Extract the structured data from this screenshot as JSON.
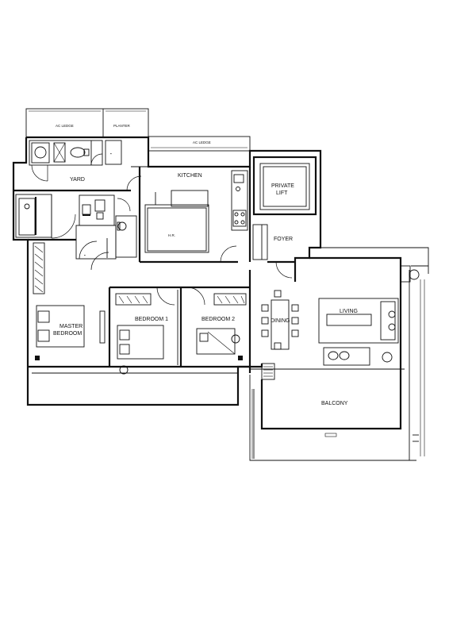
{
  "rooms": {
    "ac_ledge": "AC LEDGE",
    "planter": "PLANTER",
    "ac_ledge_2": "AC LEDGE",
    "yard": "YARD",
    "kitchen": "KITCHEN",
    "private_lift_1": "PRIVATE",
    "private_lift_2": "LIFT",
    "foyer": "FOYER",
    "master_bedroom_1": "MASTER",
    "master_bedroom_2": "BEDROOM",
    "bedroom_1": "BEDROOM 1",
    "bedroom_2": "BEDROOM 2",
    "dining": "DINING",
    "living": "LIVING",
    "balcony": "BALCONY",
    "fridge": "H.R."
  }
}
